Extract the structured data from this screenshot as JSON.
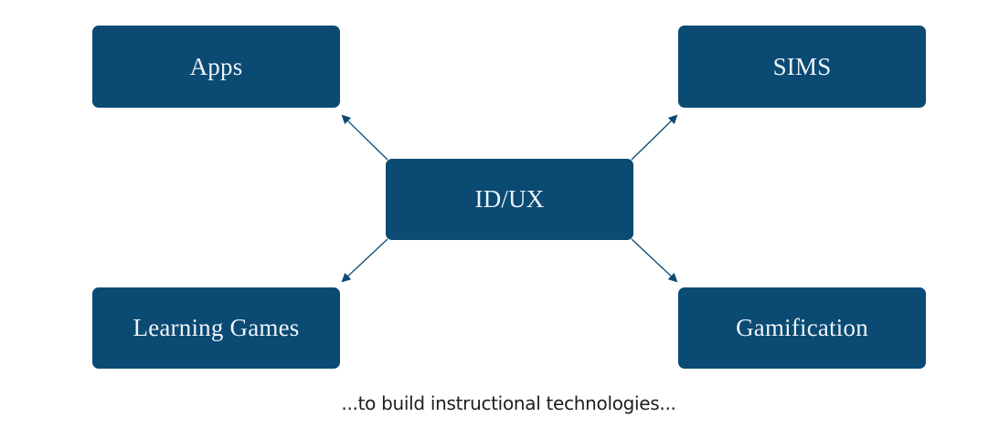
{
  "diagram": {
    "center": {
      "label": "ID/UX"
    },
    "outputs": [
      {
        "label": "Apps"
      },
      {
        "label": "SIMS"
      },
      {
        "label": "Learning Games"
      },
      {
        "label": "Gamification"
      }
    ],
    "caption": "...to build instructional technologies...",
    "colors": {
      "box_fill": "#0a4a73",
      "box_text": "#eef3f7",
      "arrow": "#0a4a73",
      "caption_text": "#1e1e1e",
      "background": "#ffffff"
    }
  }
}
